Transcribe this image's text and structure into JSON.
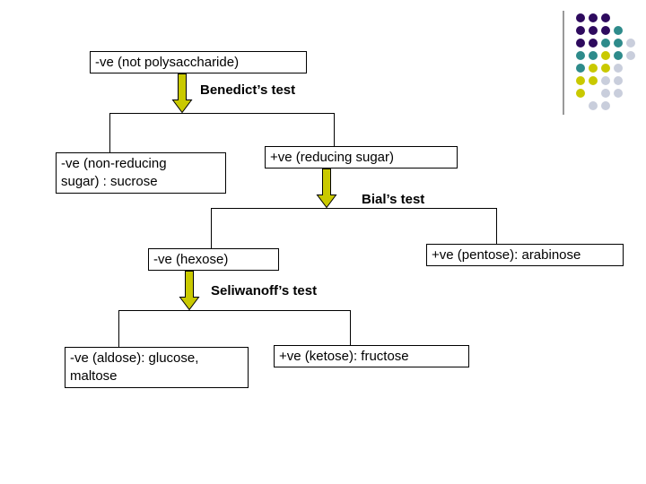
{
  "flowchart": {
    "arrow_color": "#C9C900",
    "boxes": {
      "not_polysaccharide": {
        "label": "-ve (not polysaccharide)"
      },
      "non_reducing": {
        "label": "-ve (non-reducing sugar) : sucrose"
      },
      "reducing": {
        "label": "+ve (reducing sugar)"
      },
      "hexose": {
        "label": "-ve (hexose)"
      },
      "pentose": {
        "label": "+ve (pentose): arabinose"
      },
      "aldose": {
        "label": "-ve (aldose): glucose, maltose"
      },
      "ketose": {
        "label": "+ve (ketose): fructose"
      }
    },
    "tests": {
      "benedict": {
        "label": "Benedict’s test"
      },
      "bial": {
        "label": "Bial’s test"
      },
      "seliwanoff": {
        "label": "Seliwanoff’s test"
      }
    }
  },
  "decoration": {
    "dot_colors": {
      "p": "#2E0A5E",
      "t": "#2E8B8B",
      "y": "#C9C900",
      "g": "#C9CEDC"
    },
    "dot_rows": [
      "ppp..",
      "pppt.",
      "ppttg",
      "ttytg",
      "tyyg.",
      "yygg.",
      "y.gg.",
      ".gg.."
    ]
  }
}
